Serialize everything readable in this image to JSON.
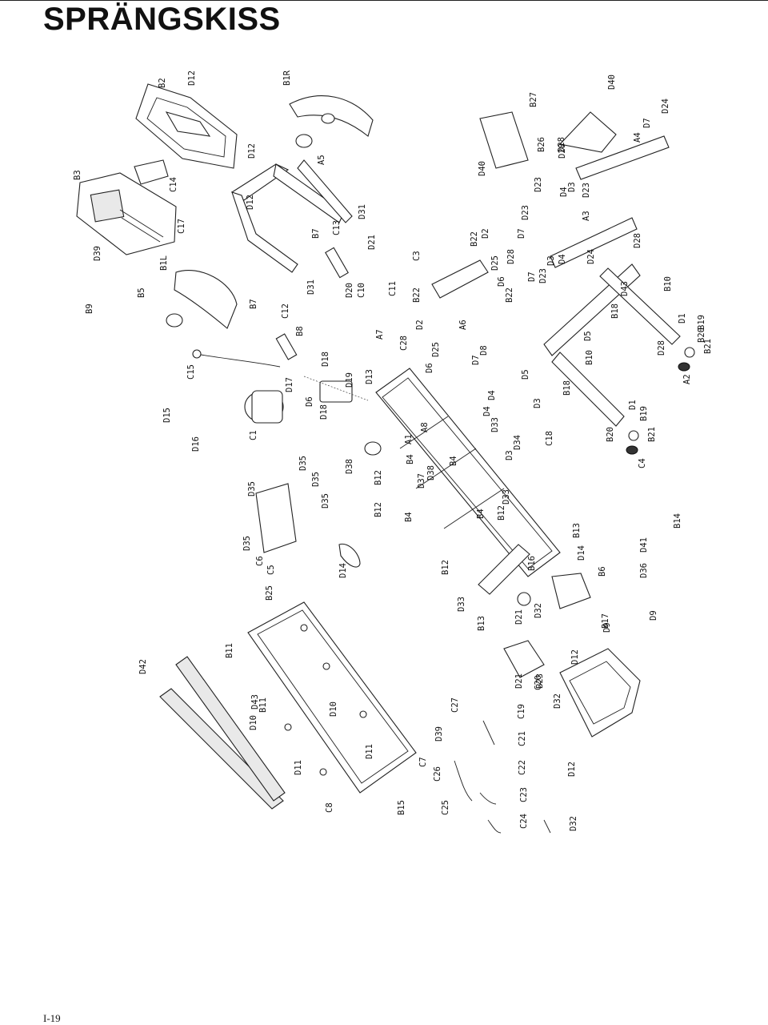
{
  "page": {
    "title": "SPRÄNGSKISS",
    "page_number": "I-19"
  },
  "labels": [
    "B2",
    "D12",
    "B1R",
    "B3",
    "C14",
    "D12",
    "A5",
    "D12",
    "C17",
    "D39",
    "B5",
    "B1L",
    "B7",
    "C12",
    "D31",
    "B8",
    "C13",
    "B7",
    "B9",
    "D31",
    "D21",
    "C3",
    "D20",
    "C10",
    "C11",
    "B22",
    "B22",
    "D25",
    "D6",
    "B22",
    "A7",
    "C28",
    "D2",
    "A6",
    "D8",
    "D7",
    "D2",
    "D25",
    "D6",
    "D40",
    "B27",
    "D40",
    "B26",
    "D28",
    "D23",
    "D23",
    "D4",
    "D3",
    "D23",
    "D7",
    "D28",
    "D7",
    "D23",
    "D3",
    "D4",
    "A3",
    "D24",
    "D28",
    "D7",
    "A4",
    "D24",
    "C15",
    "D15",
    "D16",
    "C1",
    "D17",
    "D6",
    "D18",
    "D18",
    "D19",
    "D13",
    "A1",
    "D33",
    "C18",
    "D3",
    "D4",
    "D4",
    "D3",
    "D34",
    "D5",
    "B18",
    "B10",
    "D5",
    "B18",
    "D43",
    "D28",
    "D1",
    "B20",
    "B19",
    "B21",
    "A2",
    "B10",
    "D28",
    "B20",
    "D1",
    "B19",
    "B21",
    "C4",
    "D38",
    "B12",
    "B12",
    "A8",
    "D37",
    "D38",
    "B4",
    "B4",
    "B4",
    "B12",
    "B4",
    "B12",
    "D33",
    "B13",
    "D14",
    "B16",
    "B6",
    "D36",
    "D41",
    "B14",
    "D35",
    "D35",
    "D35",
    "D35",
    "D35",
    "C6",
    "C5",
    "D14",
    "D33",
    "B13",
    "D21",
    "D32",
    "B23",
    "D9",
    "D9",
    "B25",
    "B11",
    "D42",
    "D43",
    "B11",
    "D10",
    "D10",
    "D11",
    "D11",
    "C8",
    "C7",
    "B15",
    "D21",
    "C20",
    "C19",
    "C21",
    "C22",
    "C23",
    "C24",
    "C25",
    "C26",
    "D39",
    "C27",
    "D32",
    "D32",
    "D12",
    "B17",
    "D12"
  ]
}
